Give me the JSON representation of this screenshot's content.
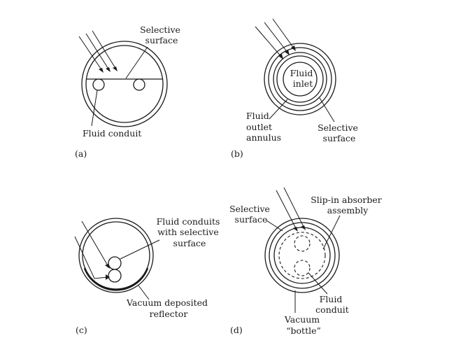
{
  "panels": {
    "a": {
      "tag": "(a)",
      "selective_surface": [
        "Selective",
        "surface"
      ],
      "fluid_conduit": "Fluid conduit"
    },
    "b": {
      "tag": "(b)",
      "fluid_inlet": [
        "Fluid",
        "inlet"
      ],
      "fluid_outlet_annulus": [
        "Fluid",
        "outlet",
        "annulus"
      ],
      "selective_surface": [
        "Selective",
        "surface"
      ]
    },
    "c": {
      "tag": "(c)",
      "fluid_conduits": [
        "Fluid conduits",
        "with selective",
        "surface"
      ],
      "reflector": [
        "Vacuum deposited",
        "reflector"
      ]
    },
    "d": {
      "tag": "(d)",
      "selective_surface": [
        "Selective",
        "surface"
      ],
      "absorber_assembly": [
        "Slip-in absorber",
        "assembly"
      ],
      "fluid_conduit": [
        "Fluid",
        "conduit"
      ],
      "vacuum_bottle": [
        "Vacuum",
        "“bottle”"
      ]
    }
  }
}
